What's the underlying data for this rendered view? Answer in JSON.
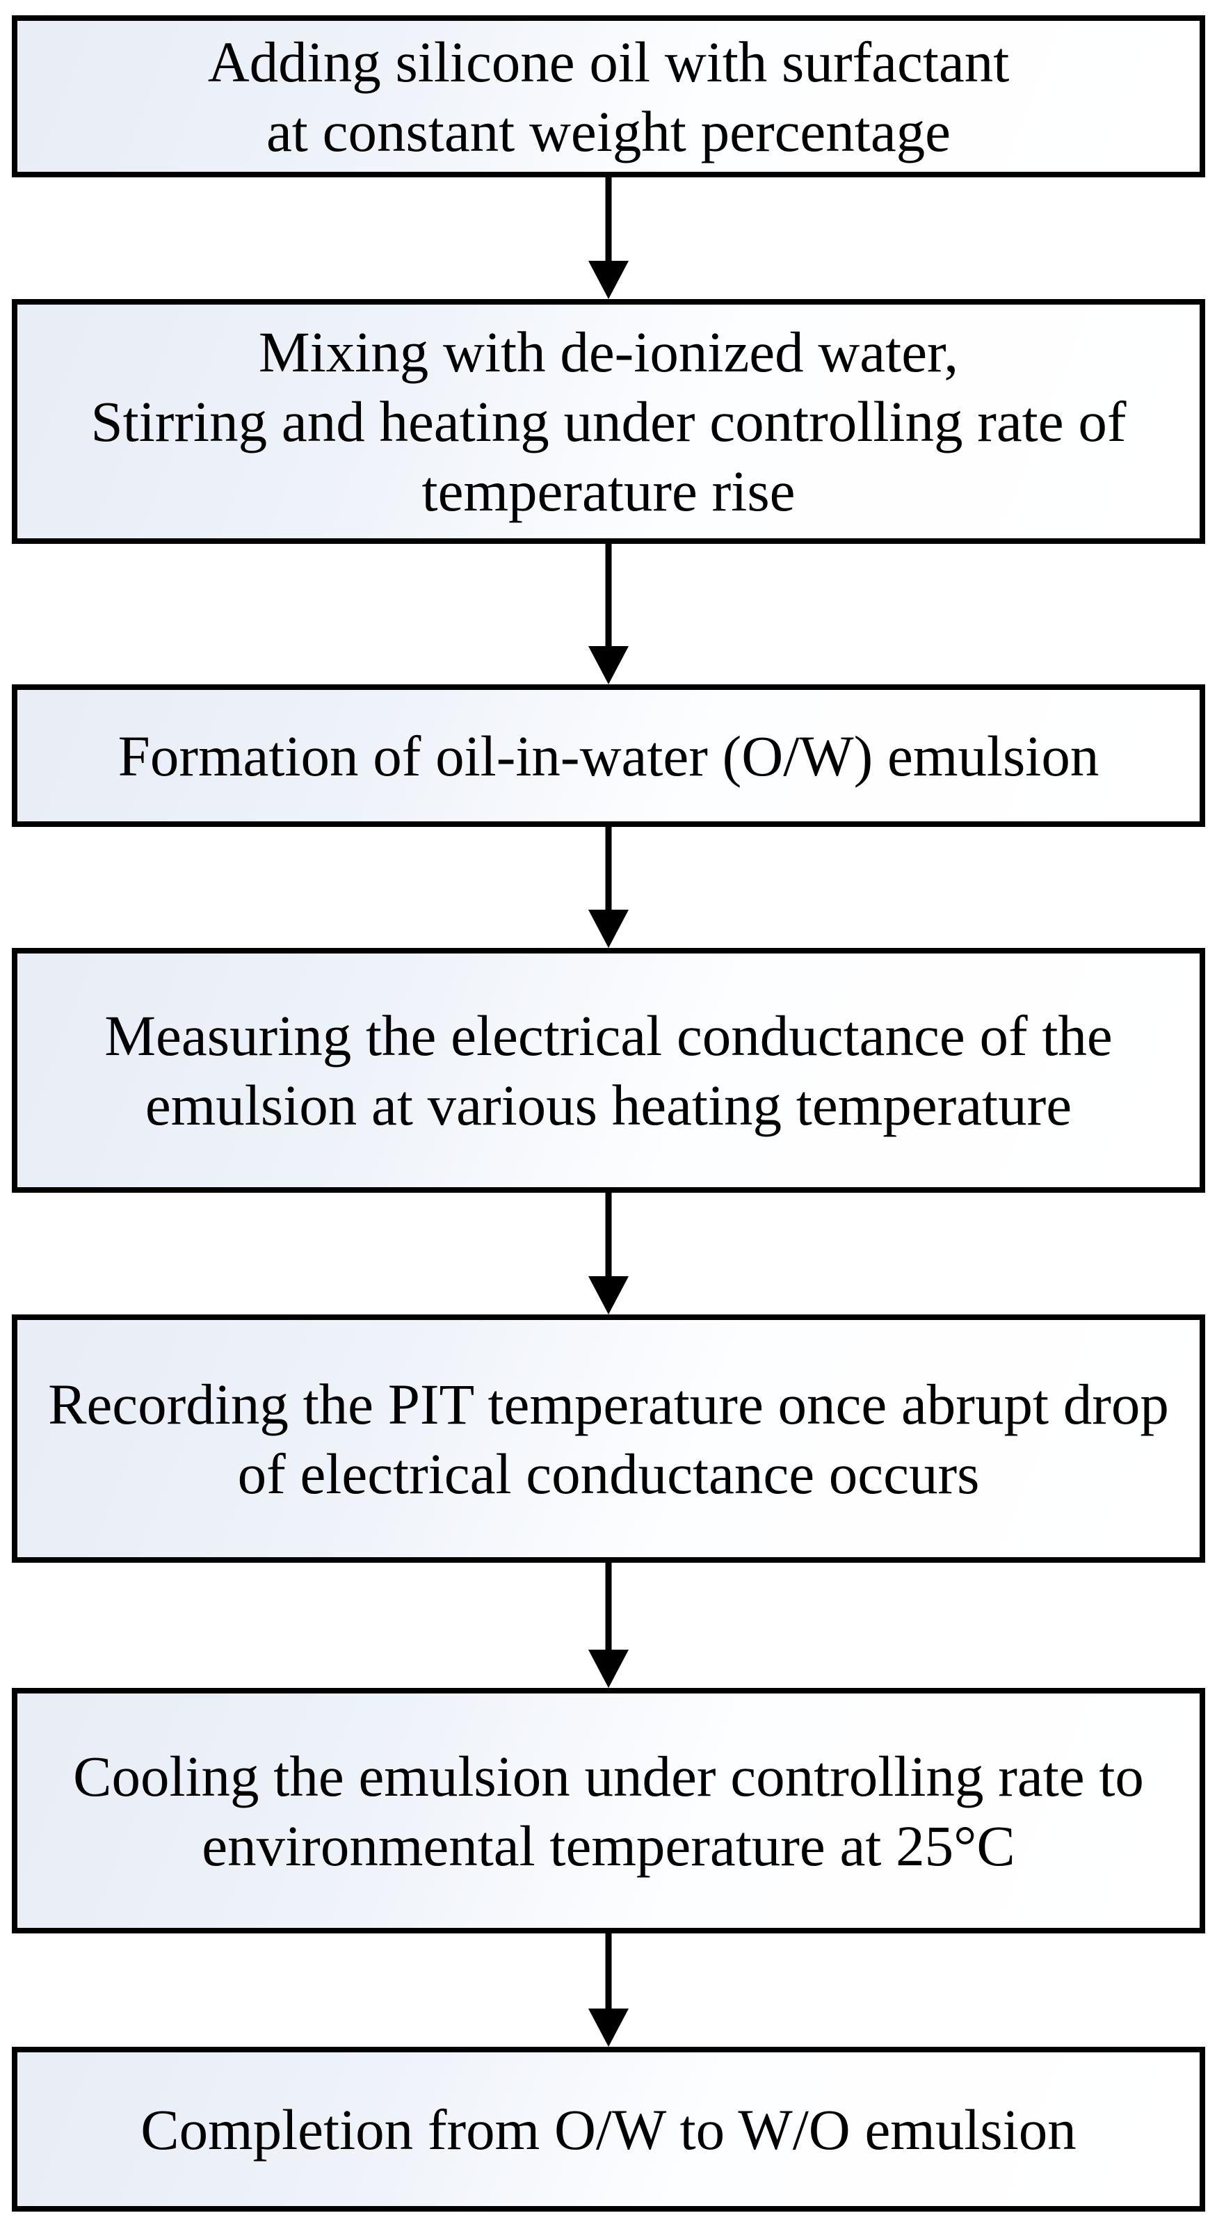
{
  "theme": {
    "border-color": "#000000",
    "fill-start": "#e8edf6",
    "fill-end": "#ffffff",
    "arrow-color": "#000000",
    "text-color": "#000000"
  },
  "flowchart": {
    "type": "vertical-process-flow",
    "step_count": 7,
    "connector_count": 6,
    "connector_style": "solid-down-arrow",
    "steps": [
      {
        "name": "add-silicone-oil",
        "lines": [
          "Adding silicone oil with surfactant",
          "at constant weight percentage"
        ]
      },
      {
        "name": "mixing-stirring-heating",
        "lines": [
          "Mixing with de-ionized water,",
          "Stirring and heating under controlling rate of",
          "temperature rise"
        ]
      },
      {
        "name": "formation-ow-emulsion",
        "lines": [
          "Formation of oil-in-water (O/W) emulsion"
        ]
      },
      {
        "name": "measuring-conductance",
        "lines": [
          "Measuring the electrical conductance of the",
          "emulsion at various heating temperature"
        ]
      },
      {
        "name": "recording-pit",
        "lines": [
          "Recording the PIT temperature once abrupt drop",
          "of electrical conductance occurs"
        ]
      },
      {
        "name": "cooling-emulsion",
        "lines": [
          "Cooling the emulsion under controlling rate to",
          "environmental temperature at 25°C"
        ]
      },
      {
        "name": "completion-wo-emulsion",
        "lines": [
          "Completion from O/W to W/O emulsion"
        ]
      }
    ]
  }
}
